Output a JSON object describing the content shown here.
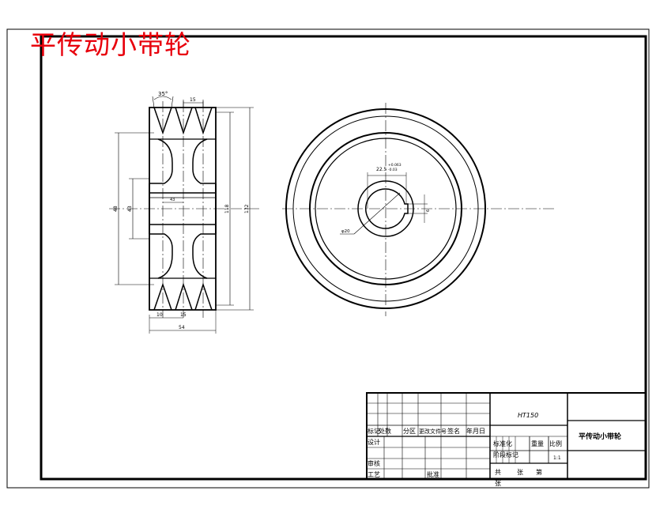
{
  "title": "平传动小带轮",
  "dims": {
    "groove_angle": "35°",
    "groove_pitch": "15",
    "hub_left": "48",
    "hub_right": "43",
    "hub_dia": "118",
    "outer_dia": "132",
    "bore_width": "43",
    "bore_r": "6",
    "keyway_height": "22.5",
    "keyway_tol_upper": "+0.063",
    "keyway_tol_lower": "-0.03",
    "key_width": "6",
    "bore_dia": "φ20",
    "w_left": "10",
    "w_mid": "15",
    "w_total": "54"
  },
  "title_block": {
    "material": "HT150",
    "part_name": "平传动小带轮",
    "h_mark": "标记",
    "h_count": "处数",
    "h_zone": "分区",
    "h_doc": "更改文件号",
    "h_sign": "签名",
    "h_date": "年月日",
    "design": "设计",
    "standardize": "标准化",
    "stage_mark": "阶段标记",
    "weight": "重量",
    "scale": "比例",
    "scale_value": "1:1",
    "review": "审核",
    "process": "工艺",
    "approve": "批准",
    "total": "共",
    "sheets": "张",
    "nth": "第",
    "sheet2": "张"
  }
}
